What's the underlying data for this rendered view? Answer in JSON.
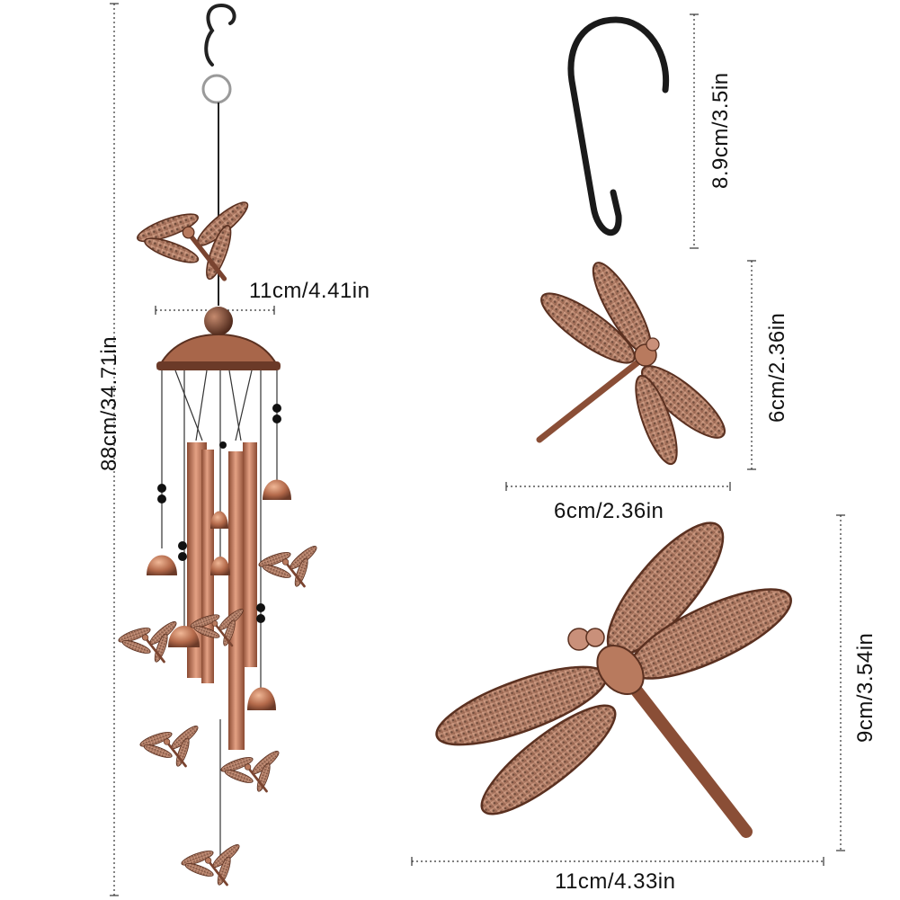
{
  "image": {
    "subject": "copper dragonfly wind chime with dimensions",
    "colors": {
      "copper": "#b56a4c",
      "copper_dark": "#6b3a28",
      "hook": "#222222",
      "dim_line": "#333333"
    }
  },
  "dimensions": {
    "total_length": "88cm/34.71in",
    "top_width": "11cm/4.41in",
    "hook_height": "8.9cm/3.5in",
    "small_dragonfly_height": "6cm/2.36in",
    "small_dragonfly_width": "6cm/2.36in",
    "large_dragonfly_height": "9cm/3.54in",
    "large_dragonfly_width": "11cm/4.33in"
  }
}
